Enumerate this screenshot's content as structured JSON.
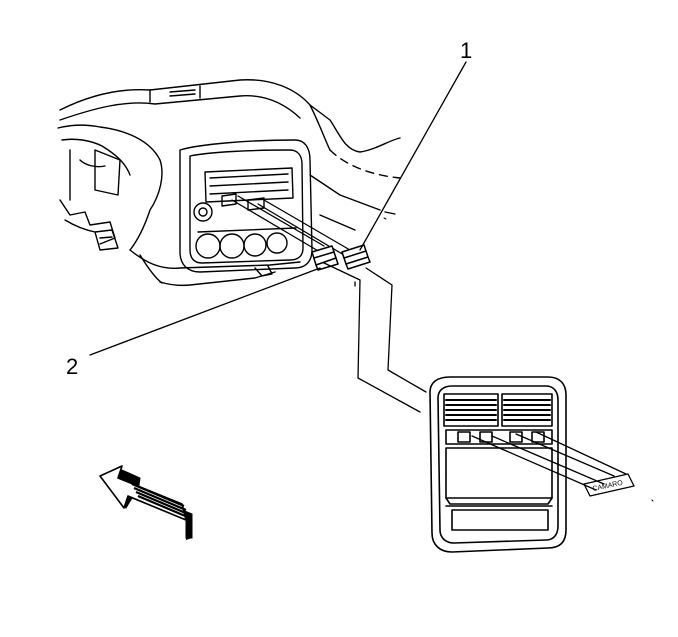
{
  "callouts": [
    {
      "id": "1",
      "label": "1"
    },
    {
      "id": "2",
      "label": "2"
    }
  ],
  "badge_text": "CAMARO",
  "colors": {
    "ink": "#000000",
    "paper": "#ffffff"
  },
  "icons": [
    "direction-arrow-icon"
  ]
}
